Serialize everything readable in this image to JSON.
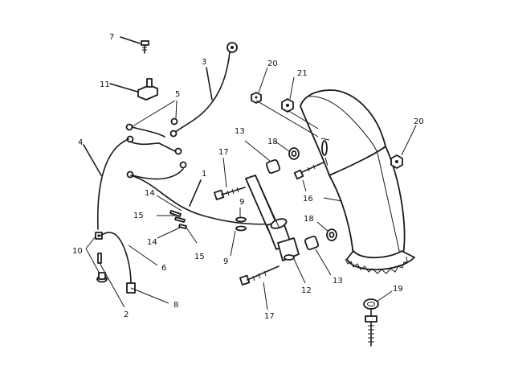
{
  "diagram": {
    "callouts": [
      {
        "id": "c7",
        "text": "7"
      },
      {
        "id": "c11",
        "text": "11"
      },
      {
        "id": "c3",
        "text": "3"
      },
      {
        "id": "c5",
        "text": "5"
      },
      {
        "id": "c20a",
        "text": "20"
      },
      {
        "id": "c21",
        "text": "21"
      },
      {
        "id": "c20b",
        "text": "20"
      },
      {
        "id": "c4",
        "text": "4"
      },
      {
        "id": "c13a",
        "text": "13"
      },
      {
        "id": "c17a",
        "text": "17"
      },
      {
        "id": "c18a",
        "text": "18"
      },
      {
        "id": "c1",
        "text": "1"
      },
      {
        "id": "c14a",
        "text": "14"
      },
      {
        "id": "c15a",
        "text": "15"
      },
      {
        "id": "c14b",
        "text": "14"
      },
      {
        "id": "c15b",
        "text": "15"
      },
      {
        "id": "c16",
        "text": "16"
      },
      {
        "id": "c9a",
        "text": "9"
      },
      {
        "id": "c9b",
        "text": "9"
      },
      {
        "id": "c10",
        "text": "10"
      },
      {
        "id": "c6",
        "text": "6"
      },
      {
        "id": "c2",
        "text": "2"
      },
      {
        "id": "c8",
        "text": "8"
      },
      {
        "id": "c18b",
        "text": "18"
      },
      {
        "id": "c13b",
        "text": "13"
      },
      {
        "id": "c12",
        "text": "12"
      },
      {
        "id": "c17b",
        "text": "17"
      },
      {
        "id": "c19",
        "text": "19"
      }
    ]
  }
}
